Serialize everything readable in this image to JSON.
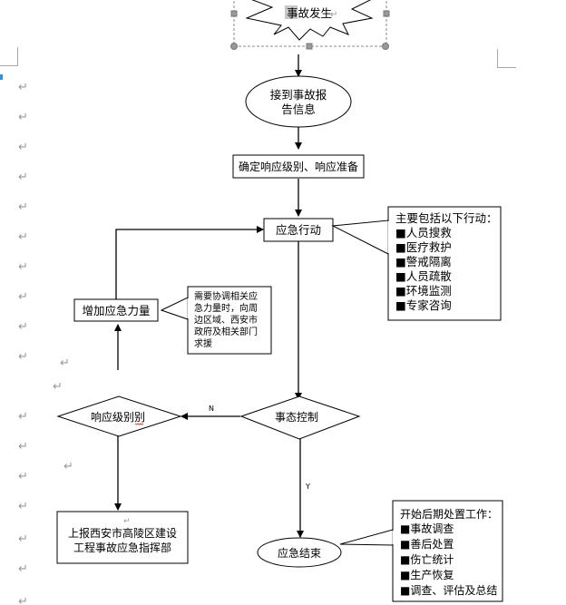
{
  "document": {
    "paragraph_mark": "↵"
  },
  "flowchart": {
    "start": {
      "label": "事故发生"
    },
    "receive": {
      "line1": "接到事故报",
      "line2": "告信息"
    },
    "confirm": {
      "label": "确定响应级别、响应准备"
    },
    "action": {
      "label": "应急行动"
    },
    "action_callout": {
      "title": "主要包括以下行动：",
      "items": [
        "■人员搜救",
        "■医疗救护",
        "■警戒隔离",
        "■人员疏散",
        "■环境监测",
        "■专家咨询"
      ]
    },
    "increase": {
      "label": "增加应急力量"
    },
    "increase_callout": {
      "lines": [
        "需要协调相关应",
        "急力量时，向周",
        "边区域、西安市",
        "政府及相关部门",
        "求援"
      ]
    },
    "decision_level": {
      "label": "响应级别别"
    },
    "decision_control": {
      "label": "事态控制"
    },
    "edge_no": {
      "label": "N"
    },
    "edge_yes": {
      "label": "Y"
    },
    "report": {
      "line1": "上报西安市高陵区建设",
      "line2": "工程事故应急指挥部"
    },
    "end": {
      "label": "应急结束"
    },
    "end_callout": {
      "title": "开始后期处置工作：",
      "items": [
        "■事故调查",
        "■善后处置",
        "■伤亡统计",
        "■生产恢复",
        "■调查、评估及总结"
      ]
    }
  }
}
